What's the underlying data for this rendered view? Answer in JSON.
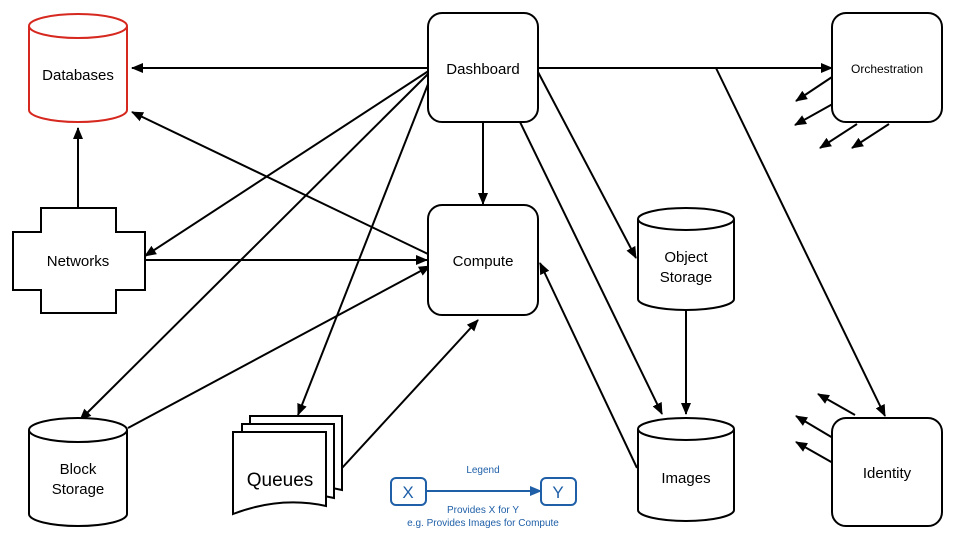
{
  "colors": {
    "stroke": "#000000",
    "databases_stroke": "#d6281f",
    "legend": "#1f5fa8",
    "background": "#ffffff"
  },
  "nodes": {
    "databases": "Databases",
    "dashboard": "Dashboard",
    "orchestration": "Orchestration",
    "networks": "Networks",
    "compute": "Compute",
    "object_storage_line1": "Object",
    "object_storage_line2": "Storage",
    "block_storage_line1": "Block",
    "block_storage_line2": "Storage",
    "queues": "Queues",
    "images": "Images",
    "identity": "Identity"
  },
  "legend": {
    "title": "Legend",
    "x": "X",
    "y": "Y",
    "caption_line1": "Provides X for Y",
    "caption_line2": "e.g. Provides Images for Compute"
  },
  "edges": [
    {
      "from": "Dashboard",
      "to": "Databases"
    },
    {
      "from": "Dashboard",
      "to": "Orchestration"
    },
    {
      "from": "Dashboard",
      "to": "Compute"
    },
    {
      "from": "Dashboard",
      "to": "Networks"
    },
    {
      "from": "Dashboard",
      "to": "Block Storage"
    },
    {
      "from": "Dashboard",
      "to": "Queues"
    },
    {
      "from": "Dashboard",
      "to": "Object Storage"
    },
    {
      "from": "Dashboard",
      "to": "Images"
    },
    {
      "from": "Dashboard",
      "to": "Identity"
    },
    {
      "from": "Networks",
      "to": "Databases"
    },
    {
      "from": "Networks",
      "to": "Compute"
    },
    {
      "from": "Compute",
      "to": "Databases"
    },
    {
      "from": "Block Storage",
      "to": "Compute"
    },
    {
      "from": "Queues",
      "to": "Compute"
    },
    {
      "from": "Images",
      "to": "Compute"
    },
    {
      "from": "Object Storage",
      "to": "Images"
    }
  ]
}
